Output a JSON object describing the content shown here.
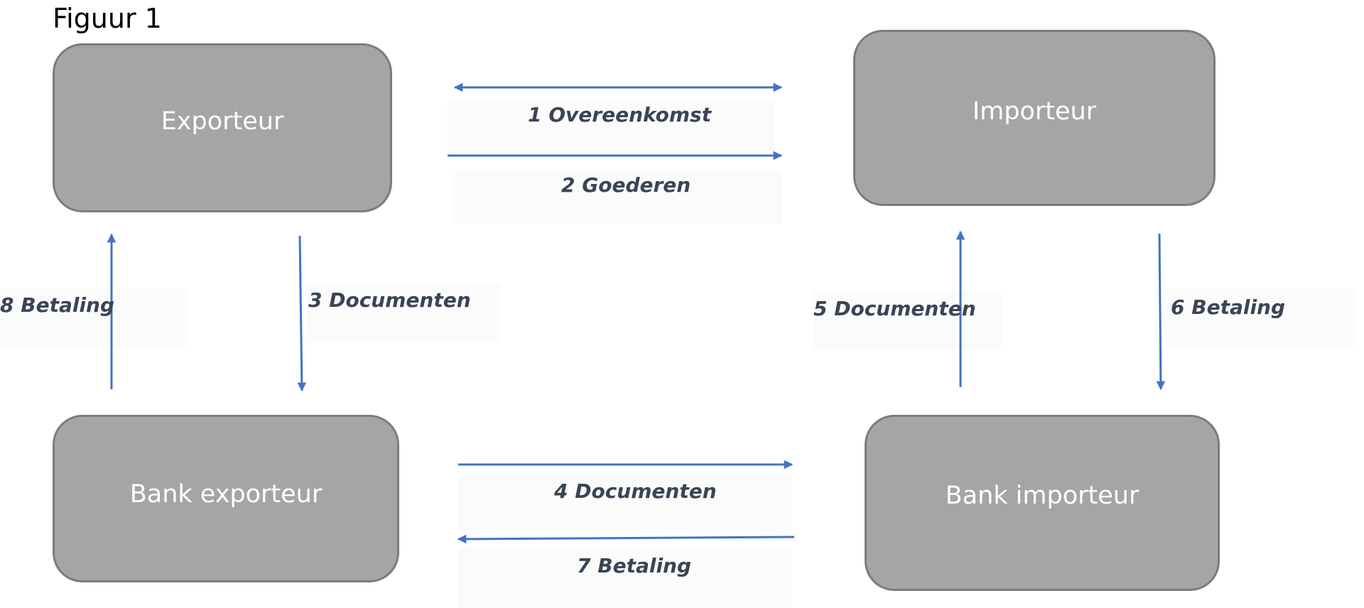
{
  "title": "Figuur 1",
  "nodes": {
    "exporteur": "Exporteur",
    "importeur": "Importeur",
    "bank_exporteur": "Bank exporteur",
    "bank_importeur": "Bank importeur"
  },
  "flows": [
    {
      "label": "1 Overeenkomst"
    },
    {
      "label": "2 Goederen"
    },
    {
      "label": "3 Documenten"
    },
    {
      "label": "4 Documenten"
    },
    {
      "label": "5 Documenten"
    },
    {
      "label": "6 Betaling"
    },
    {
      "label": "7 Betaling"
    },
    {
      "label": "8 Betaling"
    }
  ],
  "colors": {
    "box_fill": "#a5a5a5",
    "box_border": "#7c7c7c",
    "arrow": "#4472c4",
    "label_text": "#3b4456"
  }
}
